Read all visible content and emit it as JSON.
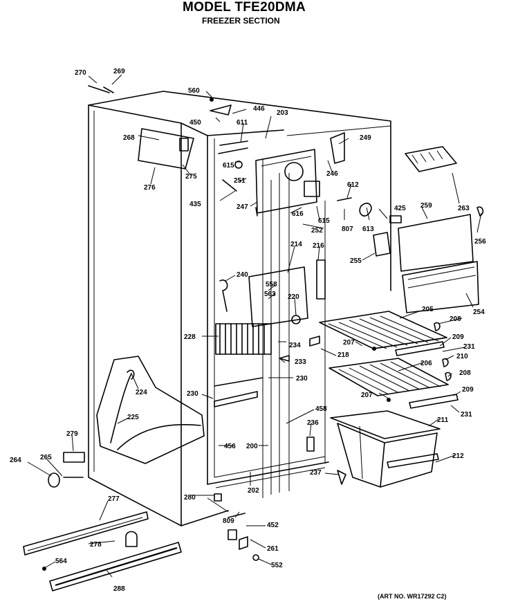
{
  "title": "MODEL TFE20DMA",
  "subtitle": "FREEZER SECTION",
  "art_number": "(ART NO. WR17292 C2)",
  "callouts": {
    "c270": "270",
    "c269": "269",
    "c560": "560",
    "c446": "446",
    "c450": "450",
    "c203": "203",
    "c611": "611",
    "c268": "268",
    "c275": "275",
    "c276": "276",
    "c615a": "615",
    "c251": "251",
    "c249": "249",
    "c246": "246",
    "c612": "612",
    "c435": "435",
    "c247": "247",
    "c616": "616",
    "c615b": "615",
    "c252": "252",
    "c807": "807",
    "c613": "613",
    "c425": "425",
    "c259": "259",
    "c263": "263",
    "c256": "256",
    "c214": "214",
    "c216": "216",
    "c255": "255",
    "c240": "240",
    "c558": "558",
    "c563": "563",
    "c220": "220",
    "c254": "254",
    "c205": "205",
    "c208a": "208",
    "c228": "228",
    "c234": "234",
    "c207a": "207",
    "c209a": "209",
    "c231a": "231",
    "c218": "218",
    "c233": "233",
    "c210": "210",
    "c206": "206",
    "c208b": "208",
    "c224": "224",
    "c230a": "230",
    "c230b": "230",
    "c207b": "207",
    "c209b": "209",
    "c231b": "231",
    "c225": "225",
    "c458": "458",
    "c236": "236",
    "c211": "211",
    "c279": "279",
    "c456": "456",
    "c200": "200",
    "c264": "264",
    "c265": "265",
    "c212": "212",
    "c237": "237",
    "c202": "202",
    "c280": "280",
    "c809": "809",
    "c277": "277",
    "c452": "452",
    "c278": "278",
    "c261": "261",
    "c564": "564",
    "c552": "552",
    "c288": "288"
  }
}
